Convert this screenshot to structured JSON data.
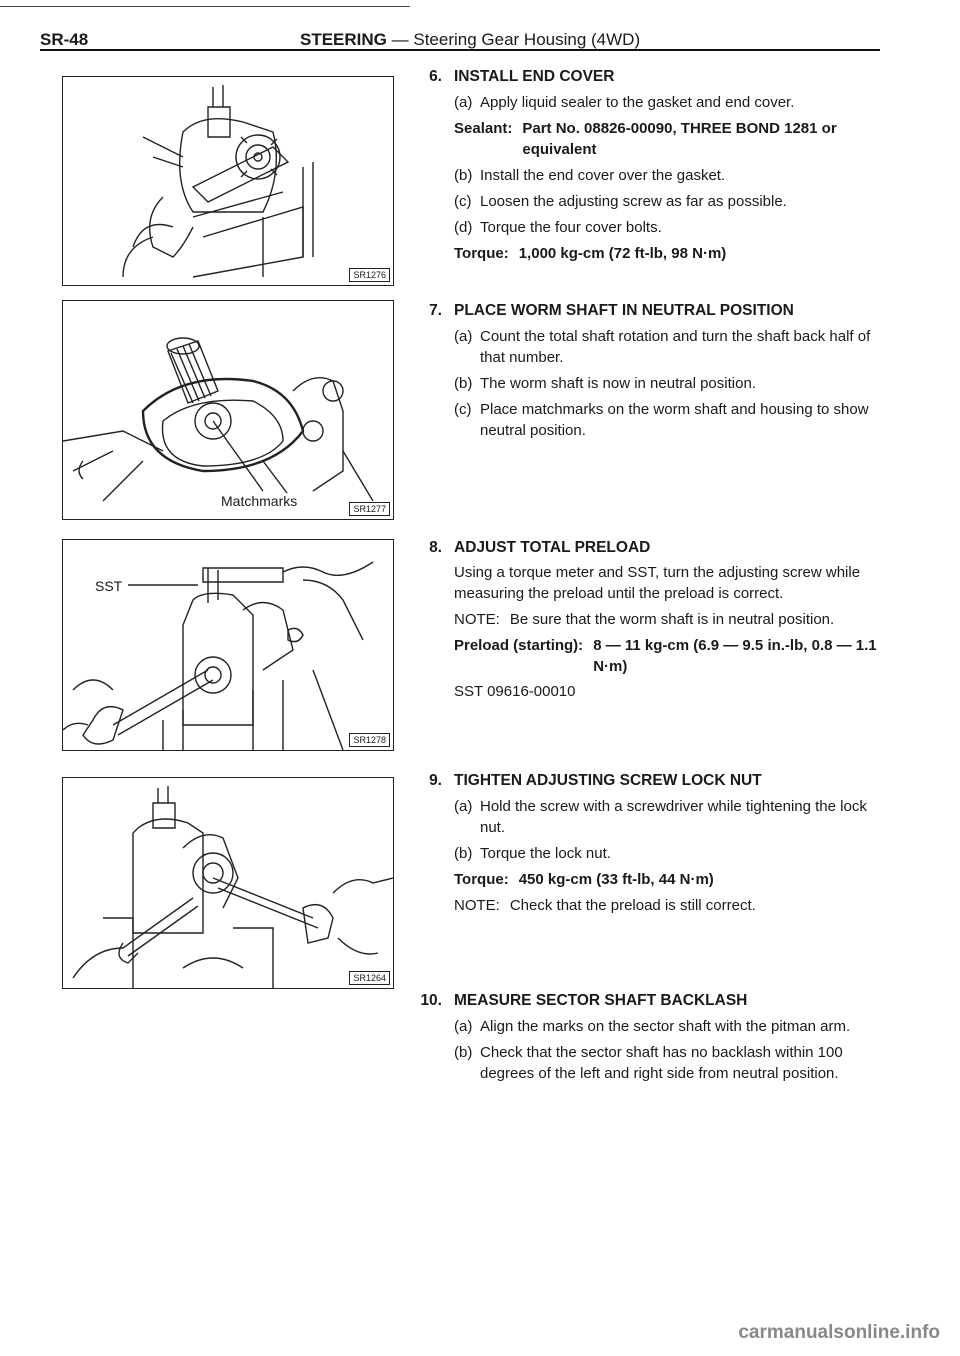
{
  "header": {
    "page_code": "SR-48",
    "section": "STEERING",
    "subtitle": " — Steering Gear Housing (4WD)"
  },
  "figures": [
    {
      "code": "SR1276",
      "label": ""
    },
    {
      "code": "SR1277",
      "label": "Matchmarks"
    },
    {
      "code": "SR1278",
      "label": "SST"
    },
    {
      "code": "SR1264",
      "label": ""
    }
  ],
  "steps": [
    {
      "num": "6.",
      "title": "INSTALL END COVER",
      "a": "(a)",
      "a_text": "Apply liquid sealer to the gasket and end cover.",
      "spec_key": "Sealant:",
      "spec_val": "Part No. 08826-00090, THREE BOND 1281 or equivalent",
      "b": "(b)",
      "b_text": "Install the end cover over the gasket.",
      "c": "(c)",
      "c_text": "Loosen the adjusting screw as far as possible.",
      "d": "(d)",
      "d_text": "Torque the four cover bolts.",
      "spec2_key": "Torque:",
      "spec2_val": "1,000 kg-cm (72 ft-lb, 98 N·m)"
    },
    {
      "num": "7.",
      "title": "PLACE WORM SHAFT IN NEUTRAL POSITION",
      "a": "(a)",
      "a_text": "Count the total shaft rotation and turn the shaft back half of that number.",
      "b": "(b)",
      "b_text": "The worm shaft is now in neutral position.",
      "c": "(c)",
      "c_text": "Place matchmarks on the worm shaft and housing to show neutral position."
    },
    {
      "num": "8.",
      "title": "ADJUST TOTAL PRELOAD",
      "text": "Using a torque meter and SST, turn the adjusting screw while measuring the preload until the preload is correct.",
      "note_key": "NOTE:",
      "note_val": "Be sure that the worm shaft is in neutral position.",
      "spec_key": "Preload (starting):",
      "spec_val": "8 — 11 kg-cm (6.9 — 9.5 in.-lb, 0.8 — 1.1 N·m)",
      "sst": "SST 09616-00010"
    },
    {
      "num": "9.",
      "title": "TIGHTEN ADJUSTING SCREW LOCK NUT",
      "a": "(a)",
      "a_text": "Hold the screw with a screwdriver while tightening the lock nut.",
      "b": "(b)",
      "b_text": "Torque the lock nut.",
      "spec_key": "Torque:",
      "spec_val": "450 kg-cm (33 ft-lb, 44 N·m)",
      "note_key": "NOTE:",
      "note_val": "Check that the preload is still correct."
    },
    {
      "num": "10.",
      "title": "MEASURE SECTOR SHAFT BACKLASH",
      "a": "(a)",
      "a_text": "Align the marks on the sector shaft with the pitman arm.",
      "b": "(b)",
      "b_text": "Check that the sector shaft has no backlash within 100 degrees of the left and right side from neutral position."
    }
  ],
  "watermark": "carmanualsonline.info"
}
